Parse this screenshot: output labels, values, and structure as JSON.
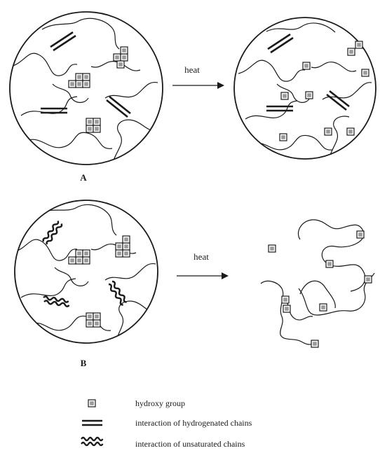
{
  "panels": {
    "a": {
      "label": "A",
      "arrow_label": "heat"
    },
    "b": {
      "label": "B",
      "arrow_label": "heat"
    }
  },
  "legend": [
    {
      "icon": "hydroxy-square-icon",
      "text": "hydroxy group"
    },
    {
      "icon": "double-line-icon",
      "text": "interaction of hydrogenated chains"
    },
    {
      "icon": "double-wave-icon",
      "text": "interaction of unsaturated chains"
    }
  ],
  "colors": {
    "ink": "#1a1a1a",
    "hydroxy_fill": "#9a9a9a"
  }
}
